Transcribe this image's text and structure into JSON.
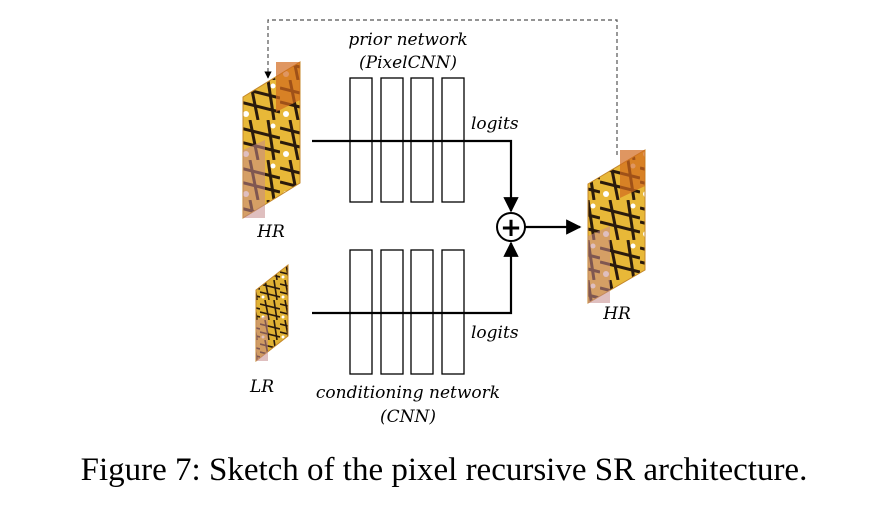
{
  "diagram": {
    "prior_network": {
      "name": "prior network",
      "sub": "(PixelCNN)"
    },
    "conditioning_network": {
      "name": "conditioning network",
      "sub": "(CNN)"
    },
    "logits_top": "logits",
    "logits_bottom": "logits",
    "input_hr_label": "HR",
    "input_lr_label": "LR",
    "output_hr_label": "HR",
    "combine_symbol": "+",
    "images": {
      "hr_input": "butterfly-wing-image",
      "lr_input": "butterfly-wing-image",
      "hr_output": "butterfly-wing-image"
    }
  },
  "caption": "Figure 7: Sketch of the pixel recursive SR architecture."
}
